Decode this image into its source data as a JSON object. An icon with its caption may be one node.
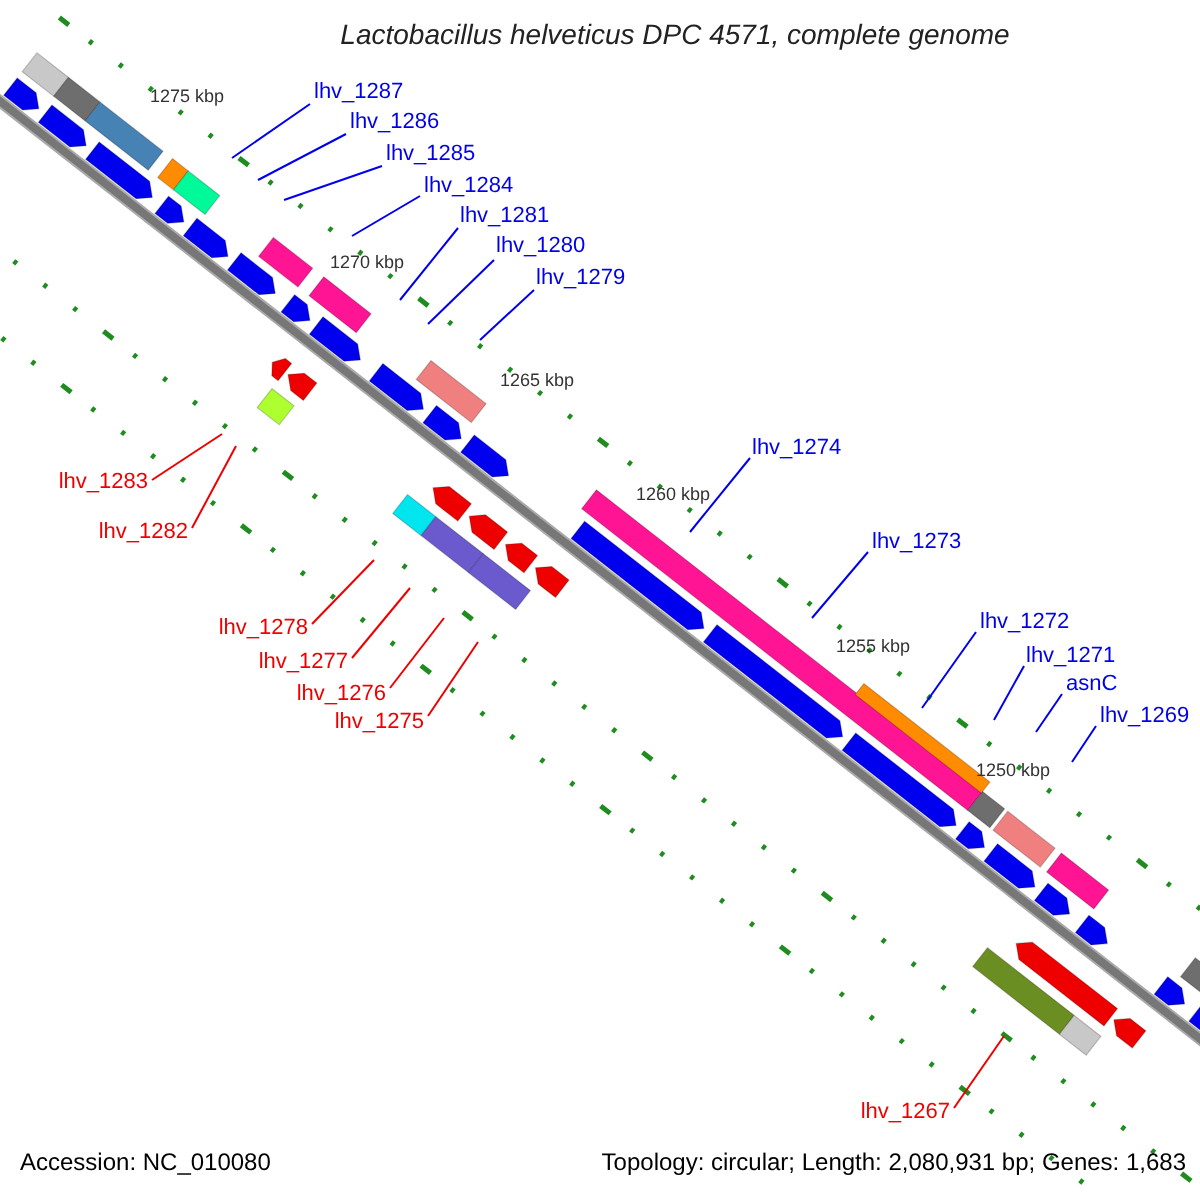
{
  "diagram": {
    "title": "Lactobacillus helveticus DPC 4571, complete genome",
    "nodes": [
      {
        "text": [
          "lhv_1287"
        ]
      },
      {
        "text": [
          "lhv_1286"
        ]
      },
      {
        "text": [
          "lhv_1285"
        ]
      },
      {
        "text": [
          "lhv_1284"
        ]
      },
      {
        "text": [
          "lhv_1281"
        ]
      },
      {
        "text": [
          "lhv_1280"
        ]
      },
      {
        "text": [
          "lhv_1279"
        ]
      },
      {
        "text": [
          "lhv_1274"
        ]
      },
      {
        "text": [
          "lhv_1273"
        ]
      },
      {
        "text": [
          "lhv_1272"
        ]
      },
      {
        "text": [
          "lhv_1271"
        ]
      },
      {
        "text": [
          "asnC"
        ]
      },
      {
        "text": [
          "lhv_1269"
        ]
      },
      {
        "text": [
          "lhv_1283"
        ]
      },
      {
        "text": [
          "lhv_1282"
        ]
      },
      {
        "text": [
          "lhv_1278"
        ]
      },
      {
        "text": [
          "lhv_1277"
        ]
      },
      {
        "text": [
          "lhv_1276"
        ]
      },
      {
        "text": [
          "lhv_1275"
        ]
      },
      {
        "text": [
          "lhv_1267"
        ]
      }
    ],
    "edges": [
      {
        "from": 0,
        "to": null,
        "arrow": "none"
      },
      {
        "from": 1,
        "to": null,
        "arrow": "none"
      },
      {
        "from": 2,
        "to": null,
        "arrow": "none"
      },
      {
        "from": 3,
        "to": null,
        "arrow": "none"
      },
      {
        "from": 4,
        "to": null,
        "arrow": "none"
      },
      {
        "from": 5,
        "to": null,
        "arrow": "none"
      },
      {
        "from": 6,
        "to": null,
        "arrow": "none"
      },
      {
        "from": 7,
        "to": null,
        "arrow": "none"
      },
      {
        "from": 8,
        "to": null,
        "arrow": "none"
      },
      {
        "from": 9,
        "to": null,
        "arrow": "none"
      },
      {
        "from": 10,
        "to": null,
        "arrow": "none"
      },
      {
        "from": 11,
        "to": null,
        "arrow": "none"
      },
      {
        "from": 12,
        "to": null,
        "arrow": "none"
      },
      {
        "from": 13,
        "to": null,
        "arrow": "none",
        "color": "#ee0000"
      },
      {
        "from": 14,
        "to": null,
        "arrow": "none",
        "color": "#ee0000"
      },
      {
        "from": 15,
        "to": null,
        "arrow": "none",
        "color": "#ee0000"
      },
      {
        "from": 16,
        "to": null,
        "arrow": "none",
        "color": "#ee0000"
      },
      {
        "from": 17,
        "to": null,
        "arrow": "none",
        "color": "#ee0000"
      },
      {
        "from": 18,
        "to": null,
        "arrow": "none",
        "color": "#ee0000"
      },
      {
        "from": 19,
        "to": null,
        "arrow": "none",
        "color": "#ee0000"
      }
    ],
    "labels": [
      "1275 kbp",
      "1270 kbp",
      "1265 kbp",
      "1260 kbp",
      "1255 kbp",
      "1250 kbp",
      "Accession: NC_010080",
      "Topology: circular; Length: 2,080,931 bp; Genes: 1,683"
    ]
  }
}
